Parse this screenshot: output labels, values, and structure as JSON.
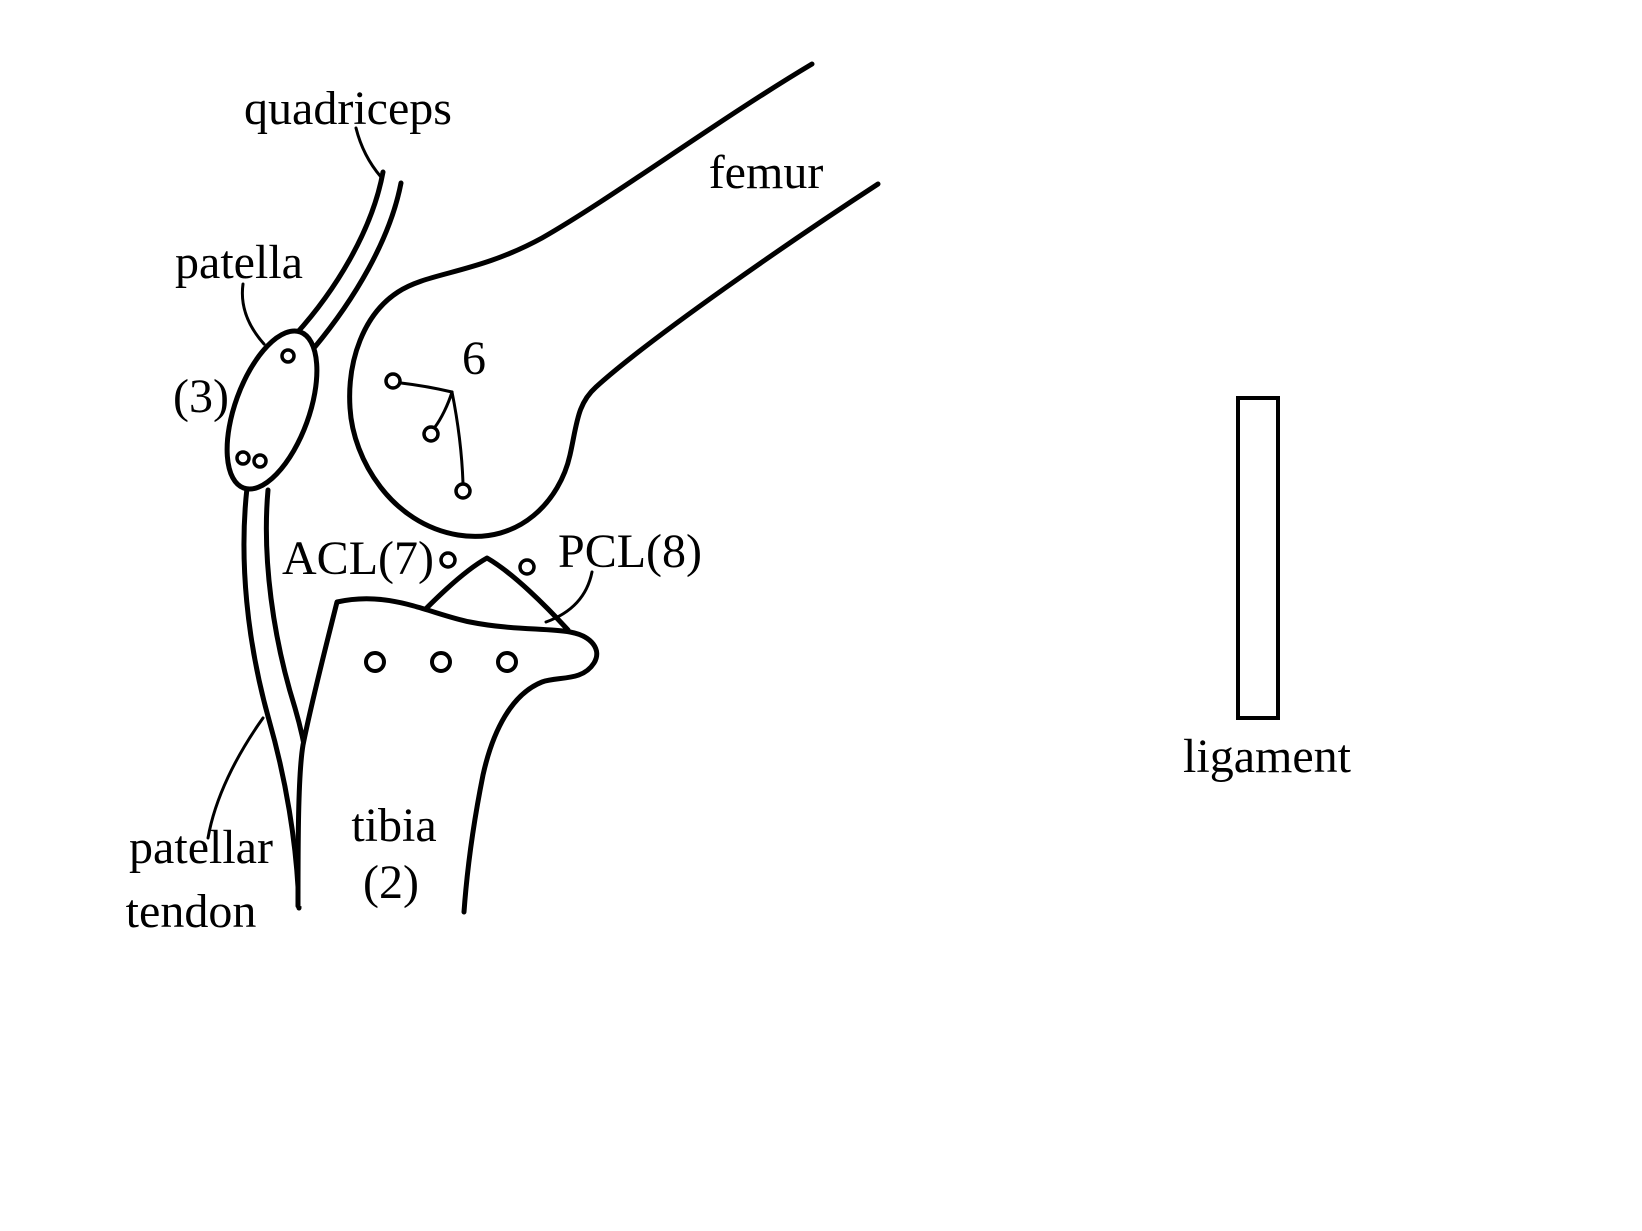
{
  "figure": {
    "title": "knee joint ligament diagram",
    "colors": {
      "ink": "#000000",
      "background": "#ffffff"
    },
    "labels": {
      "quadriceps": "quadriceps",
      "femur": "femur",
      "patella": "patella",
      "patella_num": "(3)",
      "condyle_num": "6",
      "acl": "ACL(7)",
      "pcl": "PCL(8)",
      "tibia": "tibia",
      "tibia_num": "(2)",
      "patellar_tendon_line1": "patellar",
      "patellar_tendon_line2": "tendon",
      "ligament": "ligament"
    }
  }
}
